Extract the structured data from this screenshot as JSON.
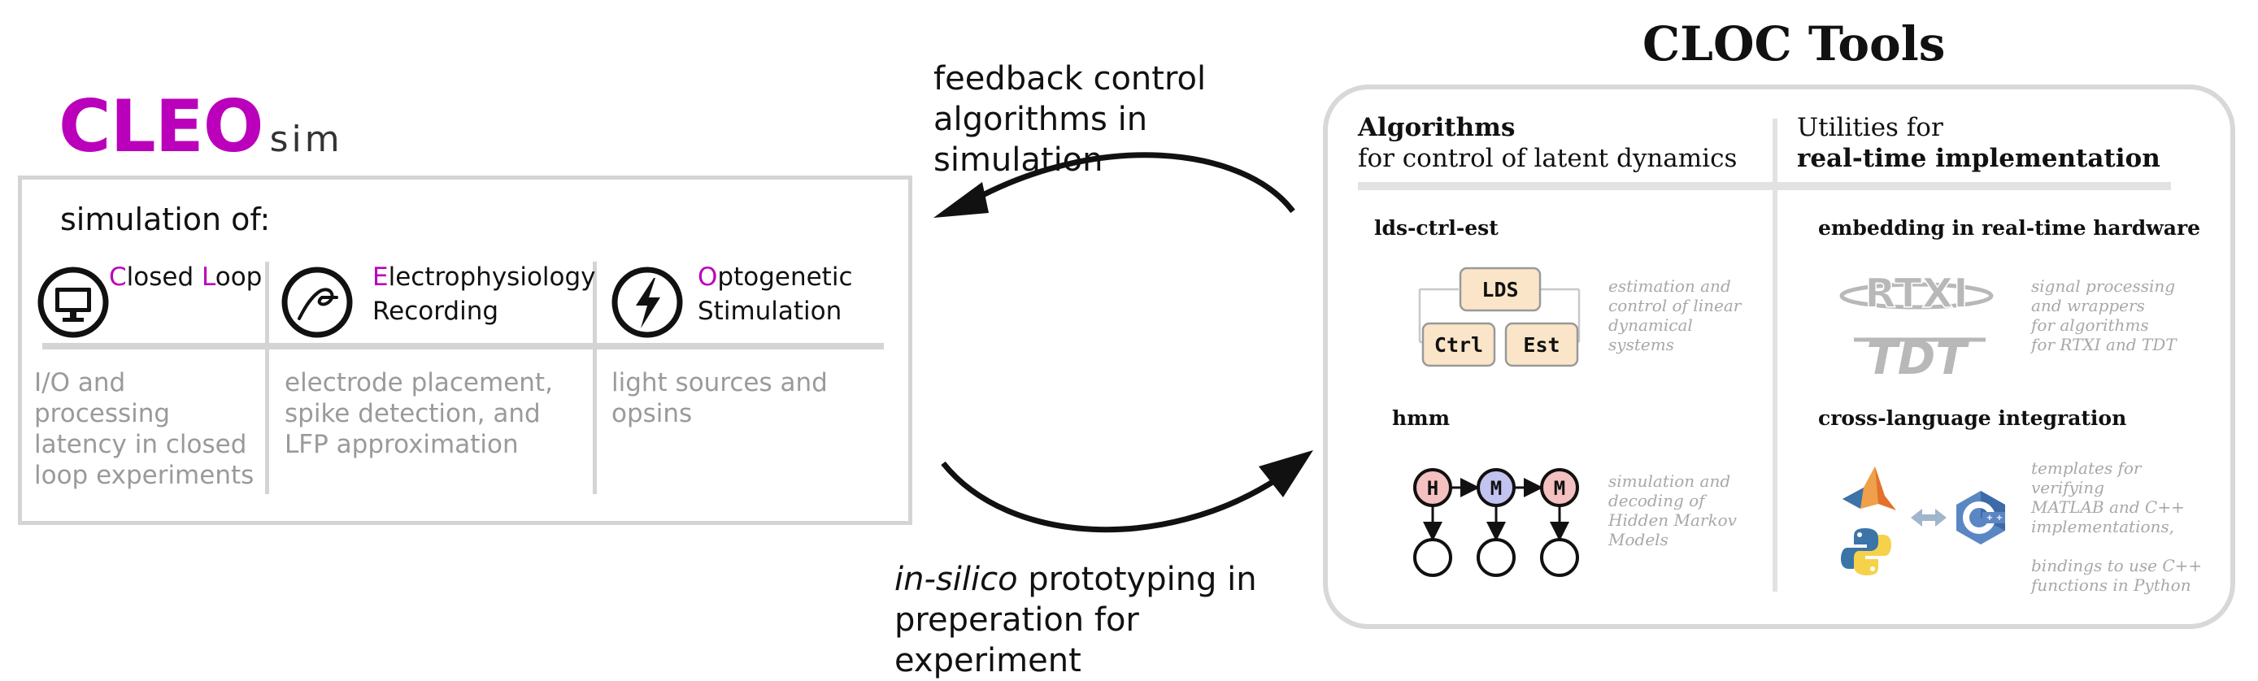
{
  "cleo": {
    "logo_main": "CLEO",
    "logo_sub": "sim",
    "simulation_of": "simulation of:",
    "features": [
      {
        "first_line_parts": [
          "C",
          "losed ",
          "L",
          "oop"
        ],
        "second_line": "",
        "icon": "monitor-icon",
        "description_lines": [
          "I/O and",
          "processing",
          "latency in closed",
          "loop experiments"
        ]
      },
      {
        "first_line_parts": [
          "E",
          "lectrophysiology"
        ],
        "second_line": "Recording",
        "icon": "electrode-trace-icon",
        "description_lines": [
          "electrode placement,",
          "spike detection, and",
          "LFP approximation"
        ]
      },
      {
        "first_line_parts": [
          "O",
          "ptogenetic"
        ],
        "second_line": "Stimulation",
        "icon": "lightning-icon",
        "description_lines": [
          "light sources and",
          "opsins"
        ]
      }
    ]
  },
  "loop": {
    "top_label_lines": [
      "feedback control",
      "algorithms in simulation"
    ],
    "bottom_label_italic": "in-silico",
    "bottom_label_rest": " prototyping in",
    "bottom_label_line2": "preperation for experiment"
  },
  "cloc": {
    "title": "CLOC Tools",
    "left_column": {
      "heading_bold": "Algorithms",
      "heading_rest": "for control of latent dynamics",
      "items": [
        {
          "name": "lds-ctrl-est",
          "boxes": [
            "LDS",
            "Ctrl",
            "Est"
          ],
          "note_lines": [
            "estimation and",
            "control of linear",
            "dynamical",
            "systems"
          ]
        },
        {
          "name": "hmm",
          "nodes": [
            "H",
            "M",
            "M"
          ],
          "note_lines": [
            "simulation and",
            "decoding of",
            "Hidden Markov",
            "Models"
          ]
        }
      ]
    },
    "right_column": {
      "heading_rest": "Utilities for",
      "heading_bold": "real-time implementation",
      "items": [
        {
          "name": "embedding in real-time hardware",
          "logos": [
            "RTXI",
            "TDT"
          ],
          "note_lines": [
            "signal processing",
            "and wrappers",
            "for algorithms",
            "for RTXI and TDT"
          ]
        },
        {
          "name": "cross-language integration",
          "logos": [
            "matlab-icon",
            "python-icon",
            "cpp-icon"
          ],
          "note_lines": [
            "templates for",
            "verifying",
            "MATLAB and C++",
            "implementations,",
            "",
            "bindings to use C++",
            "functions in Python"
          ]
        }
      ]
    }
  },
  "colors": {
    "accent": "#bb00bb",
    "border_gray": "#d4d4d4",
    "muted_text": "#9a9a9a",
    "note_text": "#a8a8a8",
    "lds_box_fill": "#fbe5c8",
    "node_h": "#f4c0c0",
    "node_m": "#c3c3f0",
    "python_blue": "#3b74a8",
    "python_yellow": "#f5d24a",
    "cpp_blue": "#5b86c4",
    "matlab_orange": "#e2722b"
  }
}
